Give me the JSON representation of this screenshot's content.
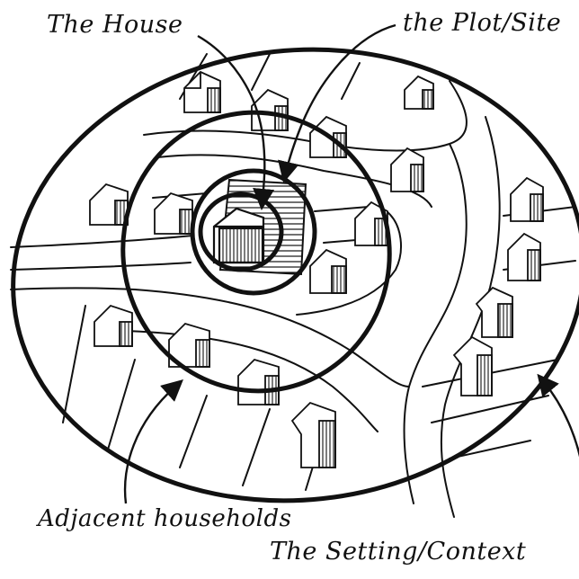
{
  "labels": {
    "house": "The House",
    "plot": "the Plot/Site",
    "adjacent": "Adjacent households",
    "setting": "The Setting/Context"
  },
  "colors": {
    "ink": "#111111",
    "paper": "#ffffff"
  },
  "icons": [
    "house-icon",
    "arrow-icon"
  ]
}
